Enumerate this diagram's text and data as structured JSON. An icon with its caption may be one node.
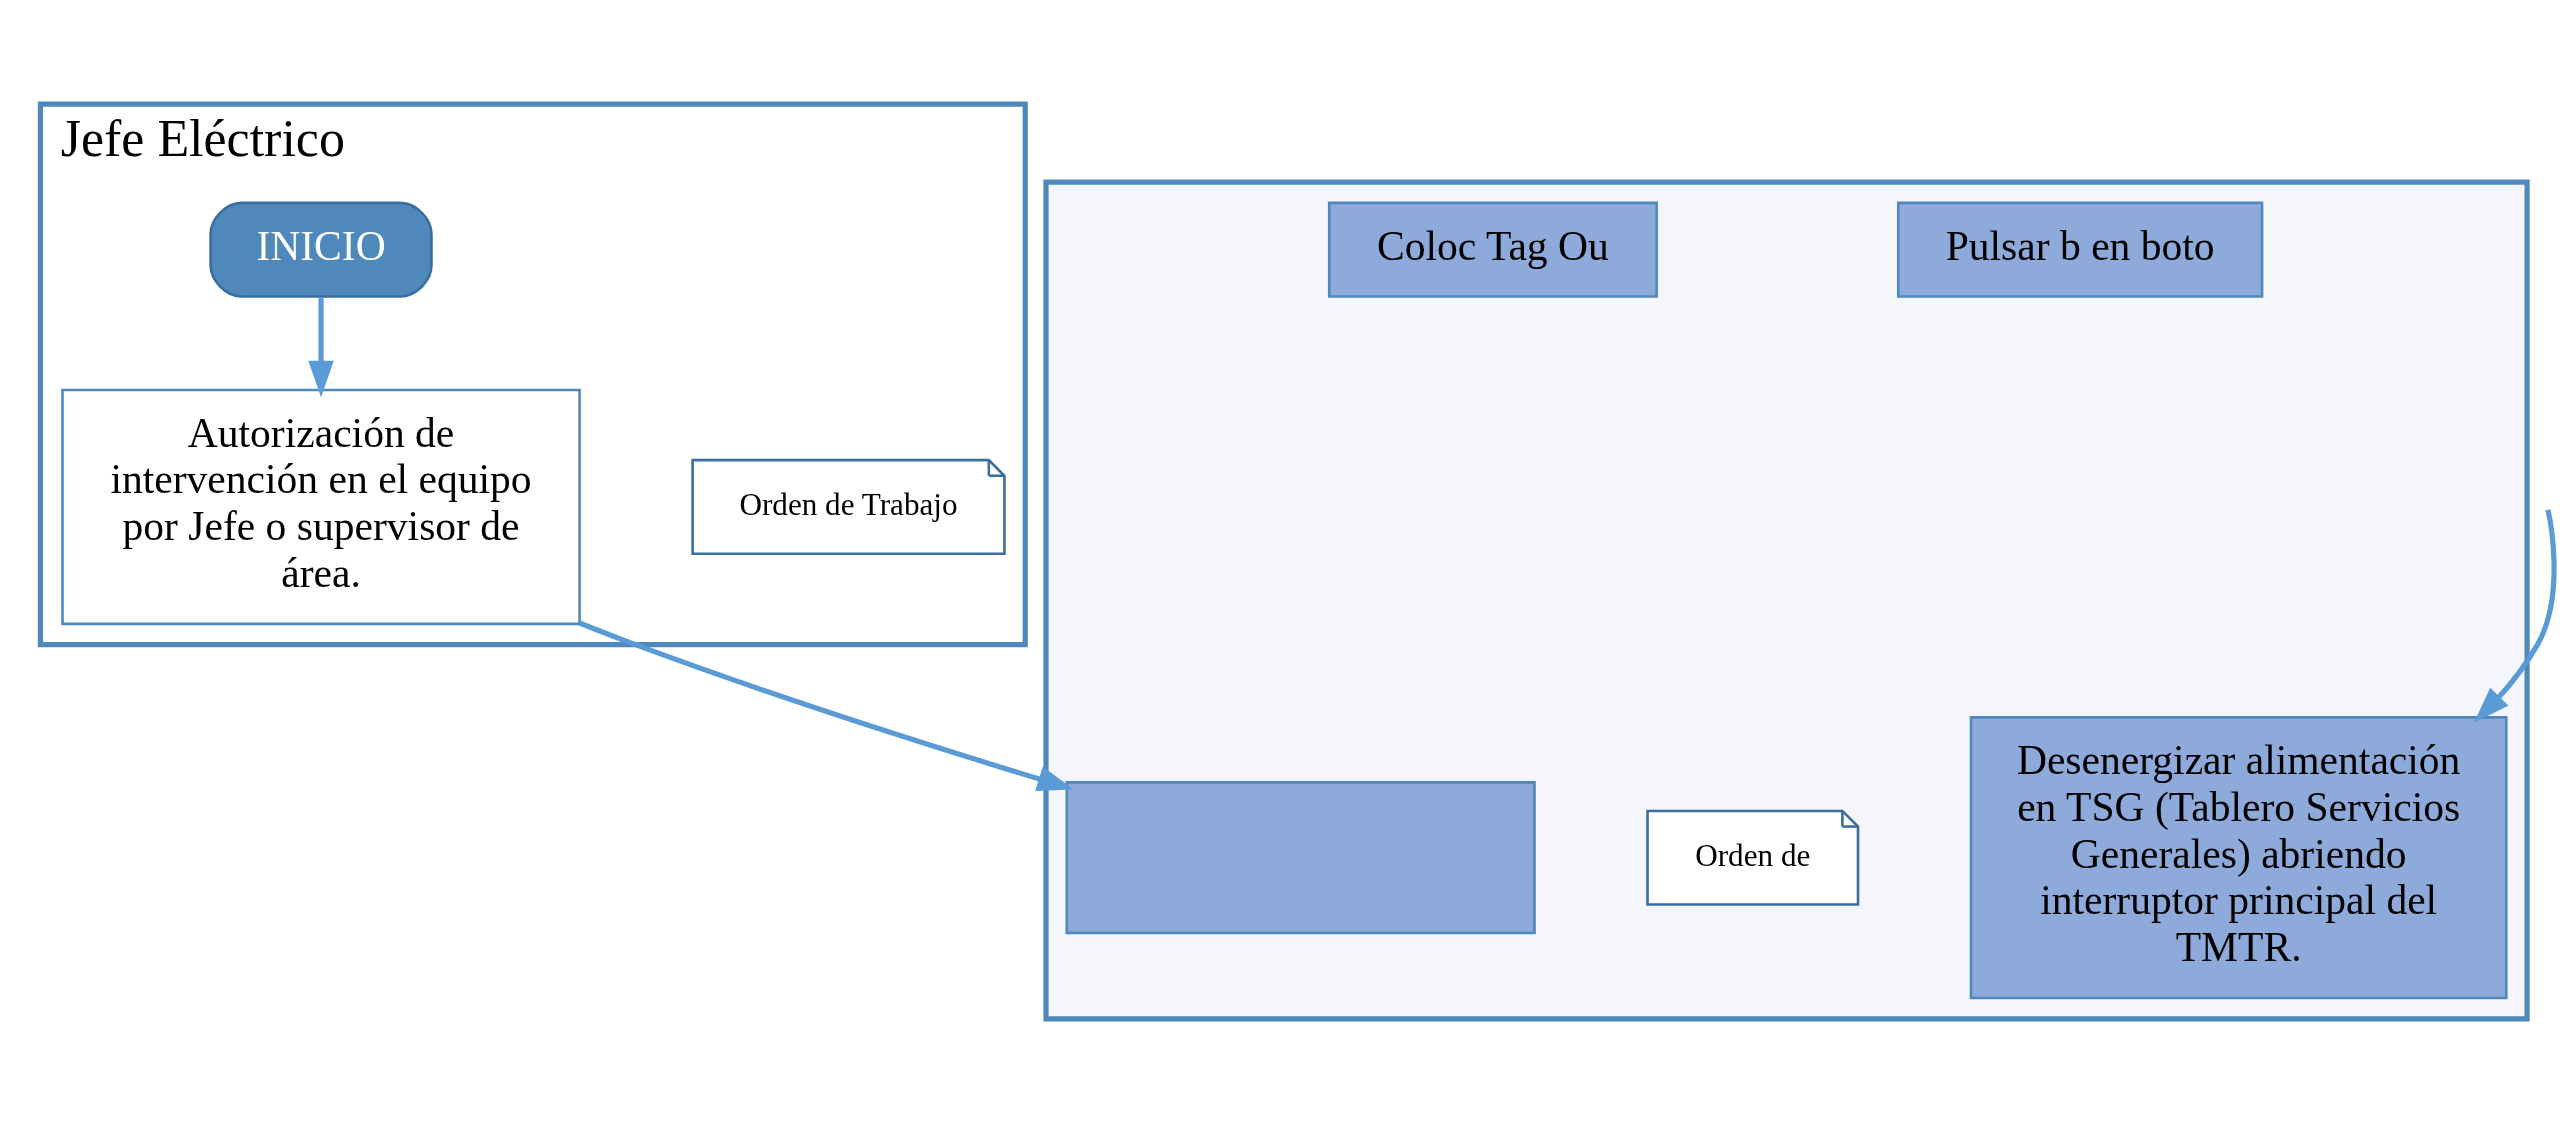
{
  "diagram": {
    "nodes": [
      {
        "text": [
          "Jefe Eléctrico"
        ]
      },
      {
        "text": [
          "INICIO"
        ],
        "in": 0
      },
      {
        "text": [
          "Autorización de intervención en el equipo por Jefe o supervisor de área."
        ],
        "in": 0
      },
      {
        "text": [
          "Orden de Trabajo"
        ],
        "in": 0
      },
      {
        "text": [],
        "shape": "box"
      },
      {
        "text": [
          "Desenergizar alimentación en TSG (Tablero Servicios Generales) abriendo interruptor principal del TMTR."
        ],
        "in": 4
      },
      {
        "text": [
          "Pulsar b en boto"
        ],
        "in": 4
      },
      {
        "text": [
          "Coloc Tag Ou"
        ],
        "in": 4
      },
      {
        "text": [],
        "shape": "box",
        "in": 4
      },
      {
        "text": [
          "Orden de"
        ],
        "in": 4
      }
    ],
    "edges": [
      {
        "from": 1,
        "to": 2,
        "arrow": "to"
      },
      {
        "from": 2,
        "to": 8,
        "arrow": "to"
      },
      {
        "from": null,
        "to": 5,
        "arrow": "to"
      }
    ]
  }
}
